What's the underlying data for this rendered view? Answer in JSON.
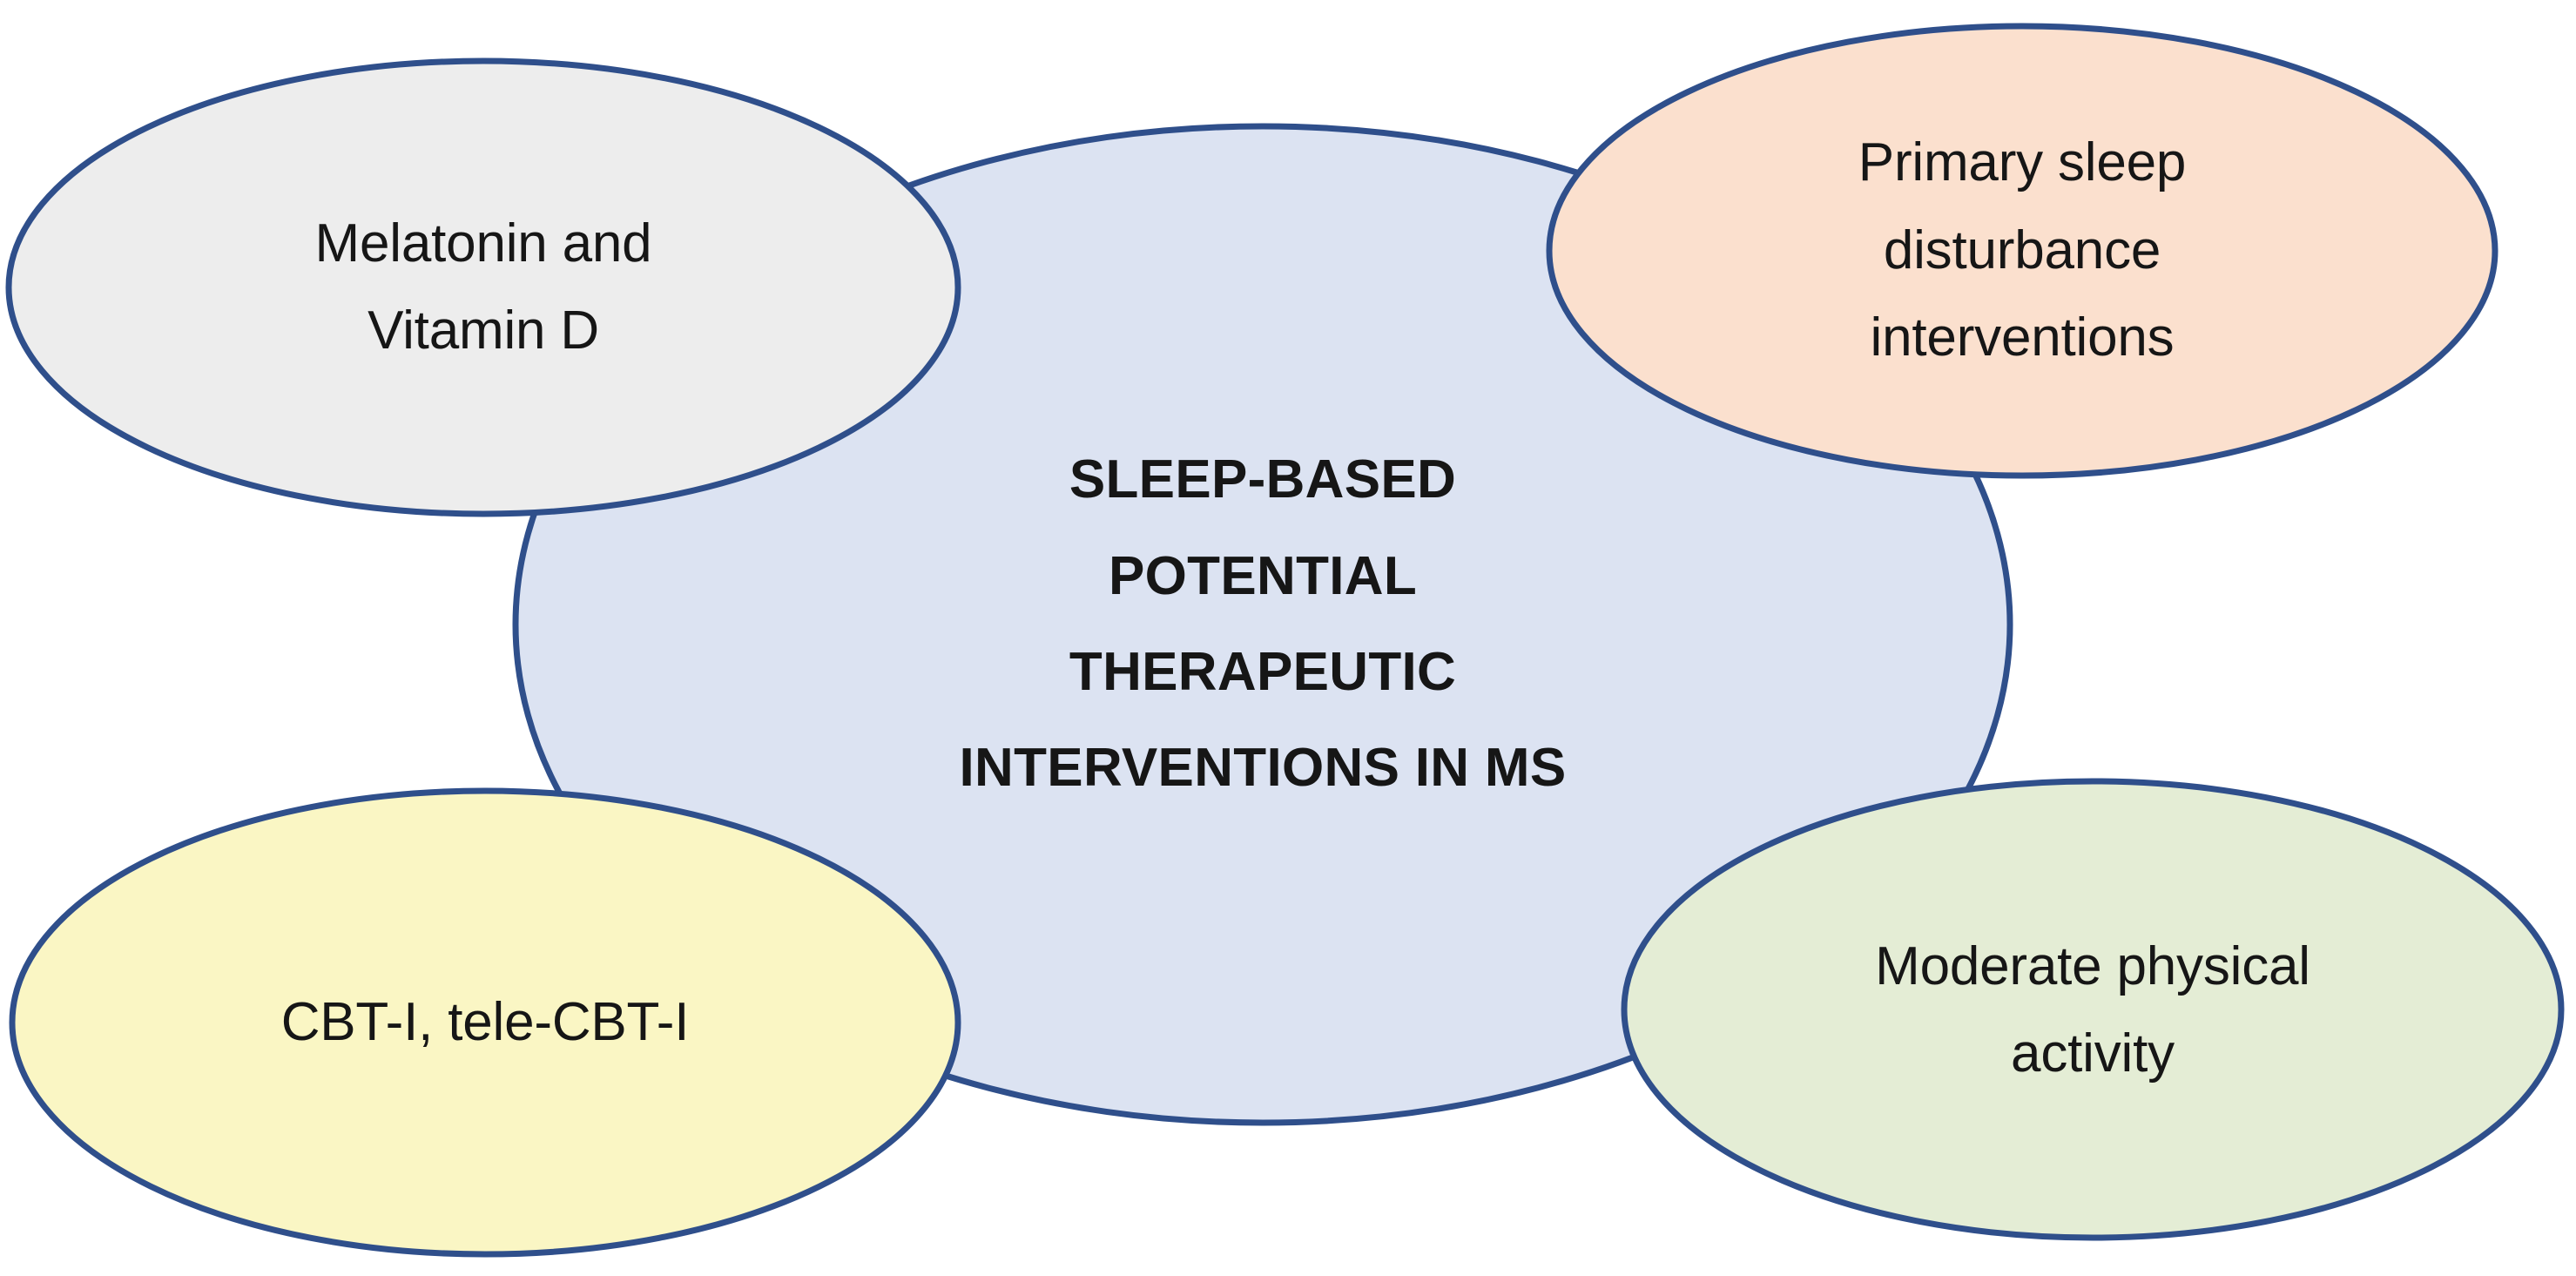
{
  "diagram": {
    "type": "venn-cluster",
    "title": "Sleep-based potential therapeutic interventions in MS",
    "background_color": "#FFFFFF",
    "border_color": "#2F4F8B",
    "center": {
      "id": "center-node",
      "fill_color": "#DCE3F2",
      "lines": [
        "SLEEP-BASED",
        "POTENTIAL",
        "THERAPEUTIC",
        "INTERVENTIONS IN MS"
      ]
    },
    "nodes": [
      {
        "id": "melatonin-vitamin-d",
        "position": "top-left",
        "fill_color": "#EDEDED",
        "lines": [
          "Melatonin and",
          "Vitamin D"
        ]
      },
      {
        "id": "primary-sleep-disturbance-interventions",
        "position": "top-right",
        "fill_color": "#FBE0CE",
        "lines": [
          "Primary sleep",
          "disturbance",
          "interventions"
        ]
      },
      {
        "id": "cbt-i-tele-cbt-i",
        "position": "bottom-left",
        "fill_color": "#FAF6C4",
        "lines": [
          "CBT-I, tele-CBT-I"
        ]
      },
      {
        "id": "moderate-physical-activity",
        "position": "bottom-right",
        "fill_color": "#E4EDD5",
        "lines": [
          "Moderate physical",
          "activity"
        ]
      }
    ]
  }
}
